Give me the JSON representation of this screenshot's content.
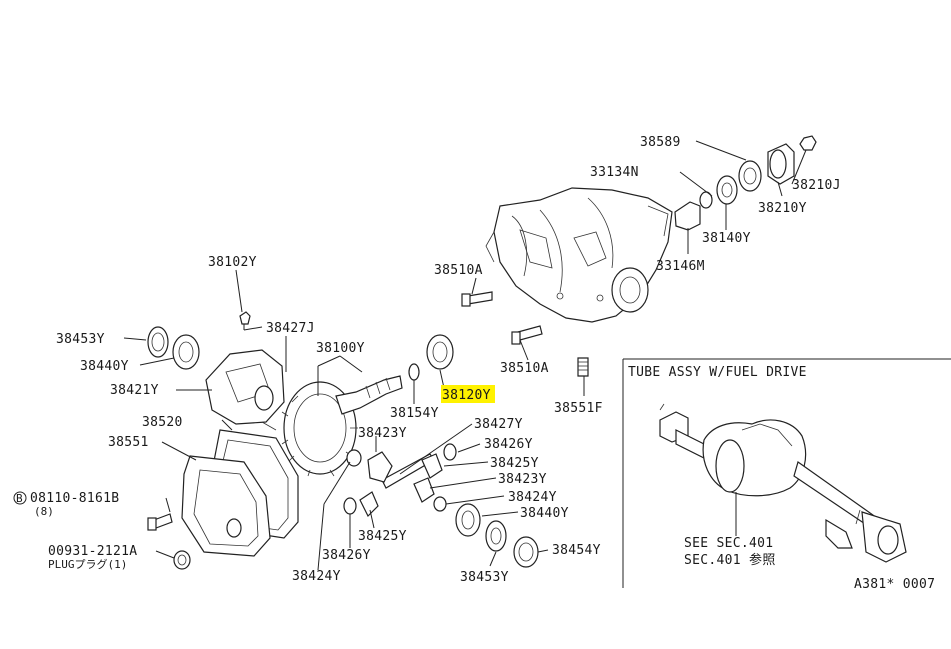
{
  "highlight_color": "#fff200",
  "inset": {
    "title": "TUBE ASSY W/FUEL DRIVE",
    "see_line1": "SEE SEC.401",
    "see_line2": "SEC.401 参照"
  },
  "diagram_code": "A381* 0007",
  "parts": {
    "p38589": "38589",
    "p33134N": "33134N",
    "p38210J": "38210J",
    "p38210Y": "38210Y",
    "p38140Y": "38140Y",
    "p33146M": "33146M",
    "p38510A_top": "38510A",
    "p38510A_bot": "38510A",
    "p38551F": "38551F",
    "p38120Y": "38120Y",
    "p38102Y": "38102Y",
    "p38427J": "38427J",
    "p38100Y": "38100Y",
    "p38453Y_left": "38453Y",
    "p38440Y_left": "38440Y",
    "p38421Y": "38421Y",
    "p38154Y": "38154Y",
    "p38520": "38520",
    "p38427Y": "38427Y",
    "p38423Y_top": "38423Y",
    "p38426Y_top": "38426Y",
    "p38425Y_top": "38425Y",
    "p38423Y_mid": "38423Y",
    "p38424Y_right": "38424Y",
    "p38440Y_right": "38440Y",
    "p38551": "38551",
    "p08110_code": "08110-8161B",
    "p08110_circle": "B",
    "p08110_qty": "(8)",
    "p00931": "00931-2121A",
    "p_plug": "PLUGプラグ(1)",
    "p38425Y_bot": "38425Y",
    "p38426Y_bot": "38426Y",
    "p38424Y_bot": "38424Y",
    "p38453Y_right": "38453Y",
    "p38454Y": "38454Y"
  }
}
